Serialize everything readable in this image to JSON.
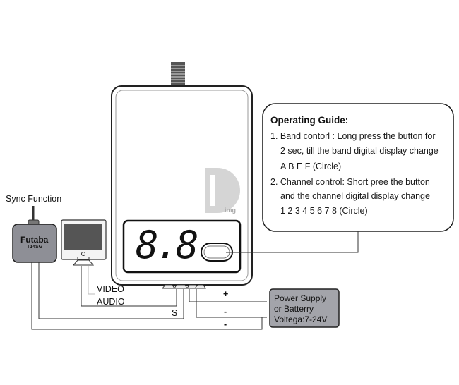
{
  "sync_label": "Sync Function",
  "transmitter": {
    "brand": "Futaba",
    "model": "T14SG"
  },
  "display_digits": "8.8",
  "guide": {
    "title": "Operating Guide:",
    "lines": [
      "1. Band contorl :   Long press the button for",
      "2 sec, till the band digital display change",
      "A B E F (Circle)",
      "2. Channel control: Short pree the button",
      "and the channel digital display change",
      "1 2 3 4 5 6 7 8 (Circle)"
    ]
  },
  "wires": {
    "video": "VIDEO",
    "audio": "AUDIO",
    "signal": "S",
    "plus": "+",
    "minus1": "-",
    "minus2": "-"
  },
  "power": {
    "line1": "Power Supply",
    "line2": "or Batterry",
    "line3": "Voltega:7-24V"
  },
  "watermark": "img",
  "colors": {
    "box_fill": "#9a9ba0",
    "line": "#333333"
  }
}
